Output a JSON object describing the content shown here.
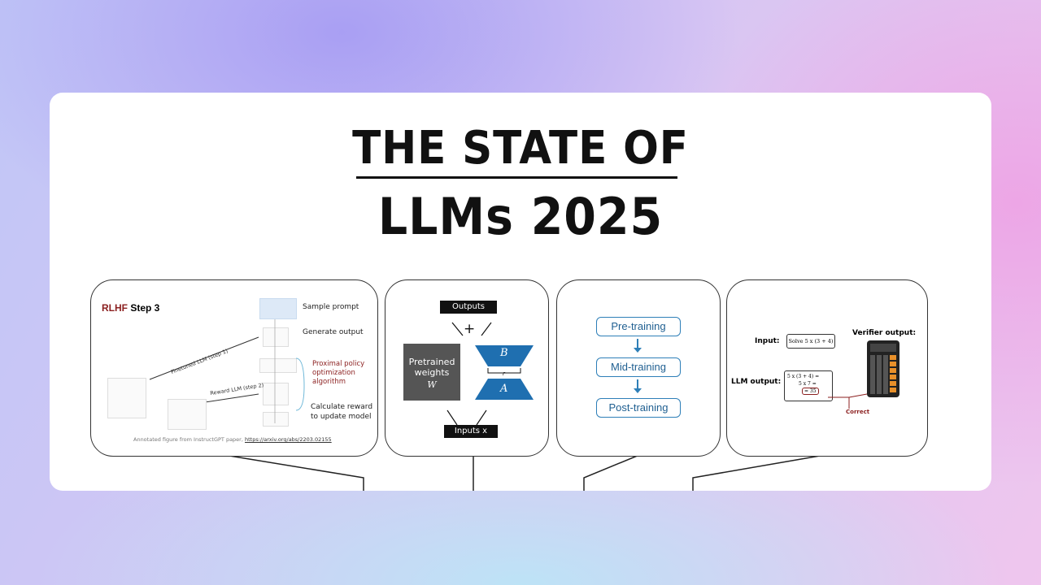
{
  "title": {
    "line1": "THE STATE OF",
    "line2": "LLMs 2025"
  },
  "rlhf": {
    "heading_prefix": "RLHF",
    "heading_suffix": "Step 3",
    "sample_prompt": "Sample prompt",
    "generate_output": "Generate output",
    "ppo_line1": "Proximal policy",
    "ppo_line2": "optimization",
    "ppo_line3": "algorithm",
    "reward_line1": "Calculate reward",
    "reward_line2": "to update model",
    "finetuned_label": "Finetuned LLM (step 1)",
    "reward_label": "Reward LLM (step 2)",
    "caption_text": "Annotated figure from InstructGPT paper,",
    "caption_link": "https://arxiv.org/abs/2203.02155",
    "accent_color": "#8b1f1f"
  },
  "lora": {
    "outputs": "Outputs",
    "plus": "+",
    "pretrained_line1": "Pretrained",
    "pretrained_line2": "weights",
    "pretrained_symbol": "W",
    "b_label": "B",
    "a_label": "A",
    "r_label": "r",
    "inputs": "Inputs x",
    "blue_color": "#1f6fb0",
    "gray_color": "#555555"
  },
  "training": {
    "stages": [
      "Pre-training",
      "Mid-training",
      "Post-training"
    ],
    "accent_color": "#2e7fb8"
  },
  "verifier": {
    "input_label": "Input:",
    "input_value": "Solve 5 x (3 + 4)",
    "verifier_label": "Verifier output:",
    "llm_output_label": "LLM output:",
    "steps": [
      "5 x (3 + 4) =",
      "5 x 7 =",
      "= 35"
    ],
    "correct": "Correct",
    "accent_color": "#8b1f1f"
  }
}
